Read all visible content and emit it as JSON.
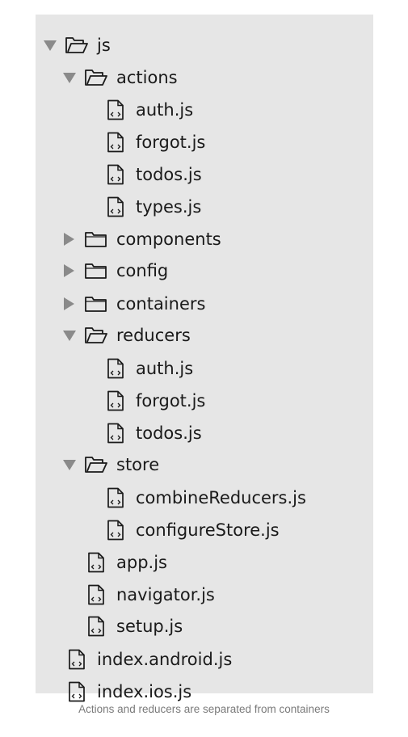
{
  "tree": [
    {
      "label": "js",
      "type": "folder",
      "state": "open",
      "depth": 0
    },
    {
      "label": "actions",
      "type": "folder",
      "state": "open",
      "depth": 1
    },
    {
      "label": "auth.js",
      "type": "file",
      "depth": 2
    },
    {
      "label": "forgot.js",
      "type": "file",
      "depth": 2
    },
    {
      "label": "todos.js",
      "type": "file",
      "depth": 2
    },
    {
      "label": "types.js",
      "type": "file",
      "depth": 2
    },
    {
      "label": "components",
      "type": "folder",
      "state": "closed",
      "depth": 1
    },
    {
      "label": "config",
      "type": "folder",
      "state": "closed",
      "depth": 1
    },
    {
      "label": "containers",
      "type": "folder",
      "state": "closed",
      "depth": 1
    },
    {
      "label": "reducers",
      "type": "folder",
      "state": "open",
      "depth": 1
    },
    {
      "label": "auth.js",
      "type": "file",
      "depth": 2
    },
    {
      "label": "forgot.js",
      "type": "file",
      "depth": 2
    },
    {
      "label": "todos.js",
      "type": "file",
      "depth": 2
    },
    {
      "label": "store",
      "type": "folder",
      "state": "open",
      "depth": 1
    },
    {
      "label": "combineReducers.js",
      "type": "file",
      "depth": 2
    },
    {
      "label": "configureStore.js",
      "type": "file",
      "depth": 2
    },
    {
      "label": "app.js",
      "type": "file",
      "depth": 1
    },
    {
      "label": "navigator.js",
      "type": "file",
      "depth": 1
    },
    {
      "label": "setup.js",
      "type": "file",
      "depth": 1
    },
    {
      "label": "index.android.js",
      "type": "file",
      "depth": 0
    },
    {
      "label": "index.ios.js",
      "type": "file",
      "depth": 0
    }
  ],
  "caption": "Actions and reducers are separated from containers",
  "colors": {
    "panel": "#e6e6e6",
    "text": "#1a1a1a",
    "arrow": "#8a8a8a",
    "caption": "#7a7a7a"
  }
}
